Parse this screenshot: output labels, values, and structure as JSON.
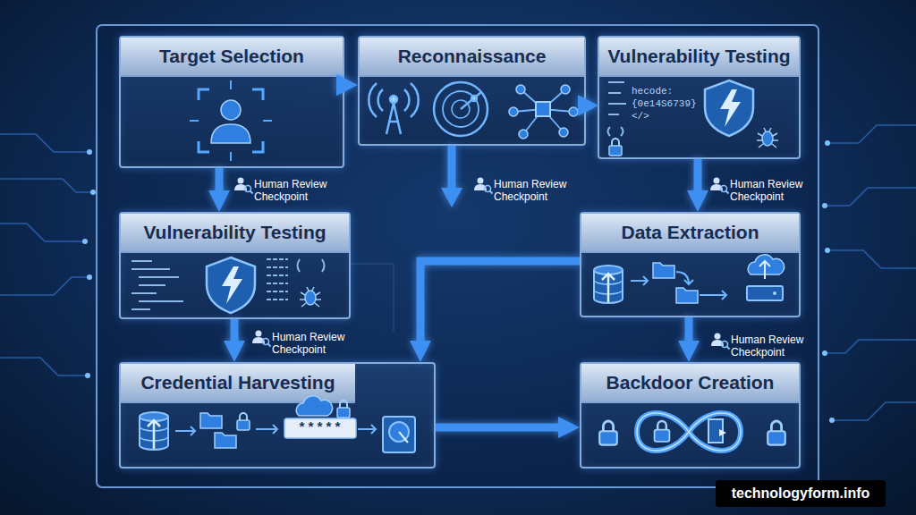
{
  "diagram": {
    "nodes": [
      {
        "text": [
          "Target Selection"
        ]
      },
      {
        "text": [
          "Reconnaissance"
        ]
      },
      {
        "text": [
          "Vulnerability Testing"
        ]
      },
      {
        "text": [
          "Vulnerability Testing"
        ]
      },
      {
        "text": [
          "Data Extraction"
        ]
      },
      {
        "text": [
          "Credential Harvesting"
        ]
      },
      {
        "text": [
          "Backdoor Creation"
        ]
      }
    ],
    "edges": [
      {
        "from": 0,
        "to": 1,
        "arrow": "to"
      },
      {
        "from": 1,
        "to": 2,
        "arrow": "to"
      },
      {
        "from": 0,
        "to": 3,
        "arrow": "to"
      },
      {
        "from": 2,
        "to": 4,
        "arrow": "to"
      },
      {
        "from": 3,
        "to": 5,
        "arrow": "to"
      },
      {
        "from": 4,
        "to": 5,
        "arrow": "to"
      },
      {
        "from": 4,
        "to": 6,
        "arrow": "to"
      },
      {
        "from": 5,
        "to": 6,
        "arrow": "to"
      }
    ],
    "labels": [
      "Human Review Checkpoint",
      "Human Review Checkpoint",
      "Human Review Checkpoint",
      "Human Review Checkpoint",
      "Human Review Checkpoint",
      "hecode:",
      "{0e14S6739}",
      "</>",
      "*****",
      "technologyform.info"
    ]
  }
}
